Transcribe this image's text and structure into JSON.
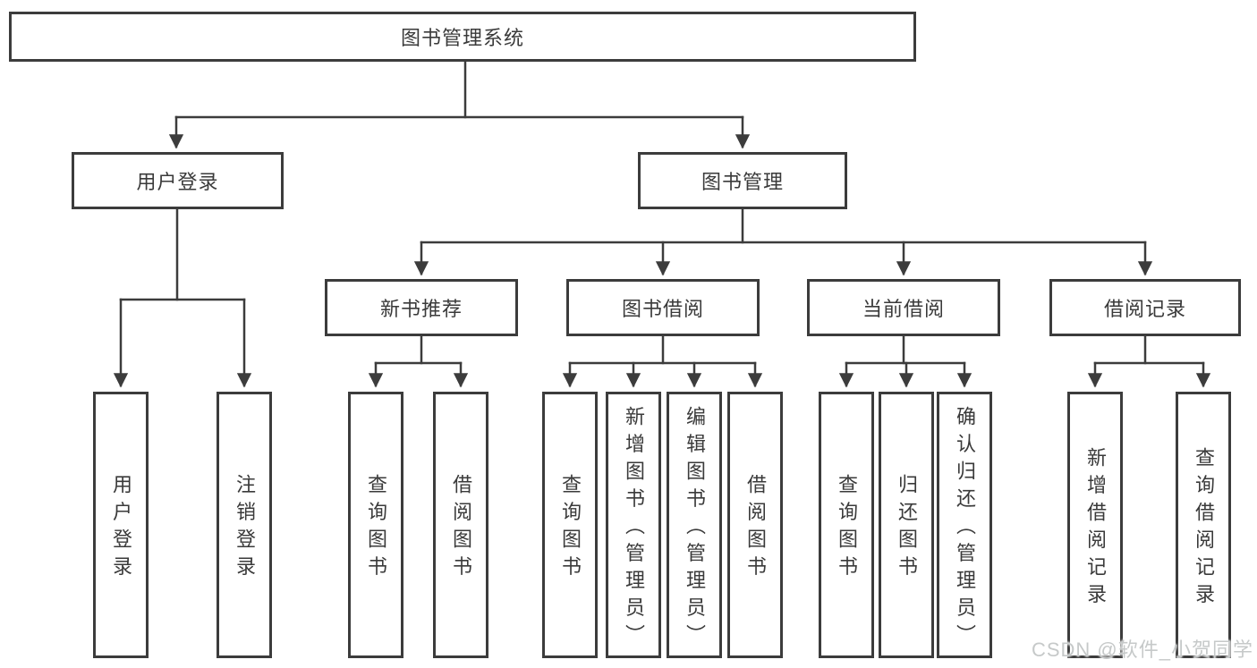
{
  "diagram_title": "图书管理系统",
  "watermark": "CSDN @软件_小贺同学",
  "colors": {
    "line": "#3c3c3c",
    "box_border": "#3c3c3c",
    "text": "#3a3a3a",
    "watermark": "#c6c9c9",
    "background": "#ffffff"
  },
  "nodes": {
    "root": {
      "label": "图书管理系统"
    },
    "user_login": {
      "label": "用户登录",
      "children": [
        "用户登录",
        "注销登录"
      ]
    },
    "book_mgmt": {
      "label": "图书管理",
      "children": {
        "new_books": {
          "label": "新书推荐",
          "children": [
            "查询图书",
            "借阅图书"
          ]
        },
        "borrowing": {
          "label": "图书借阅",
          "children": [
            "查询图书",
            "新增图书（管理员）",
            "编辑图书（管理员）",
            "借阅图书"
          ]
        },
        "current": {
          "label": "当前借阅",
          "children": [
            "查询图书",
            "归还图书",
            "确认归还（管理员）"
          ]
        },
        "records": {
          "label": "借阅记录",
          "children": [
            "新增借阅记录",
            "查询借阅记录"
          ]
        }
      }
    }
  }
}
